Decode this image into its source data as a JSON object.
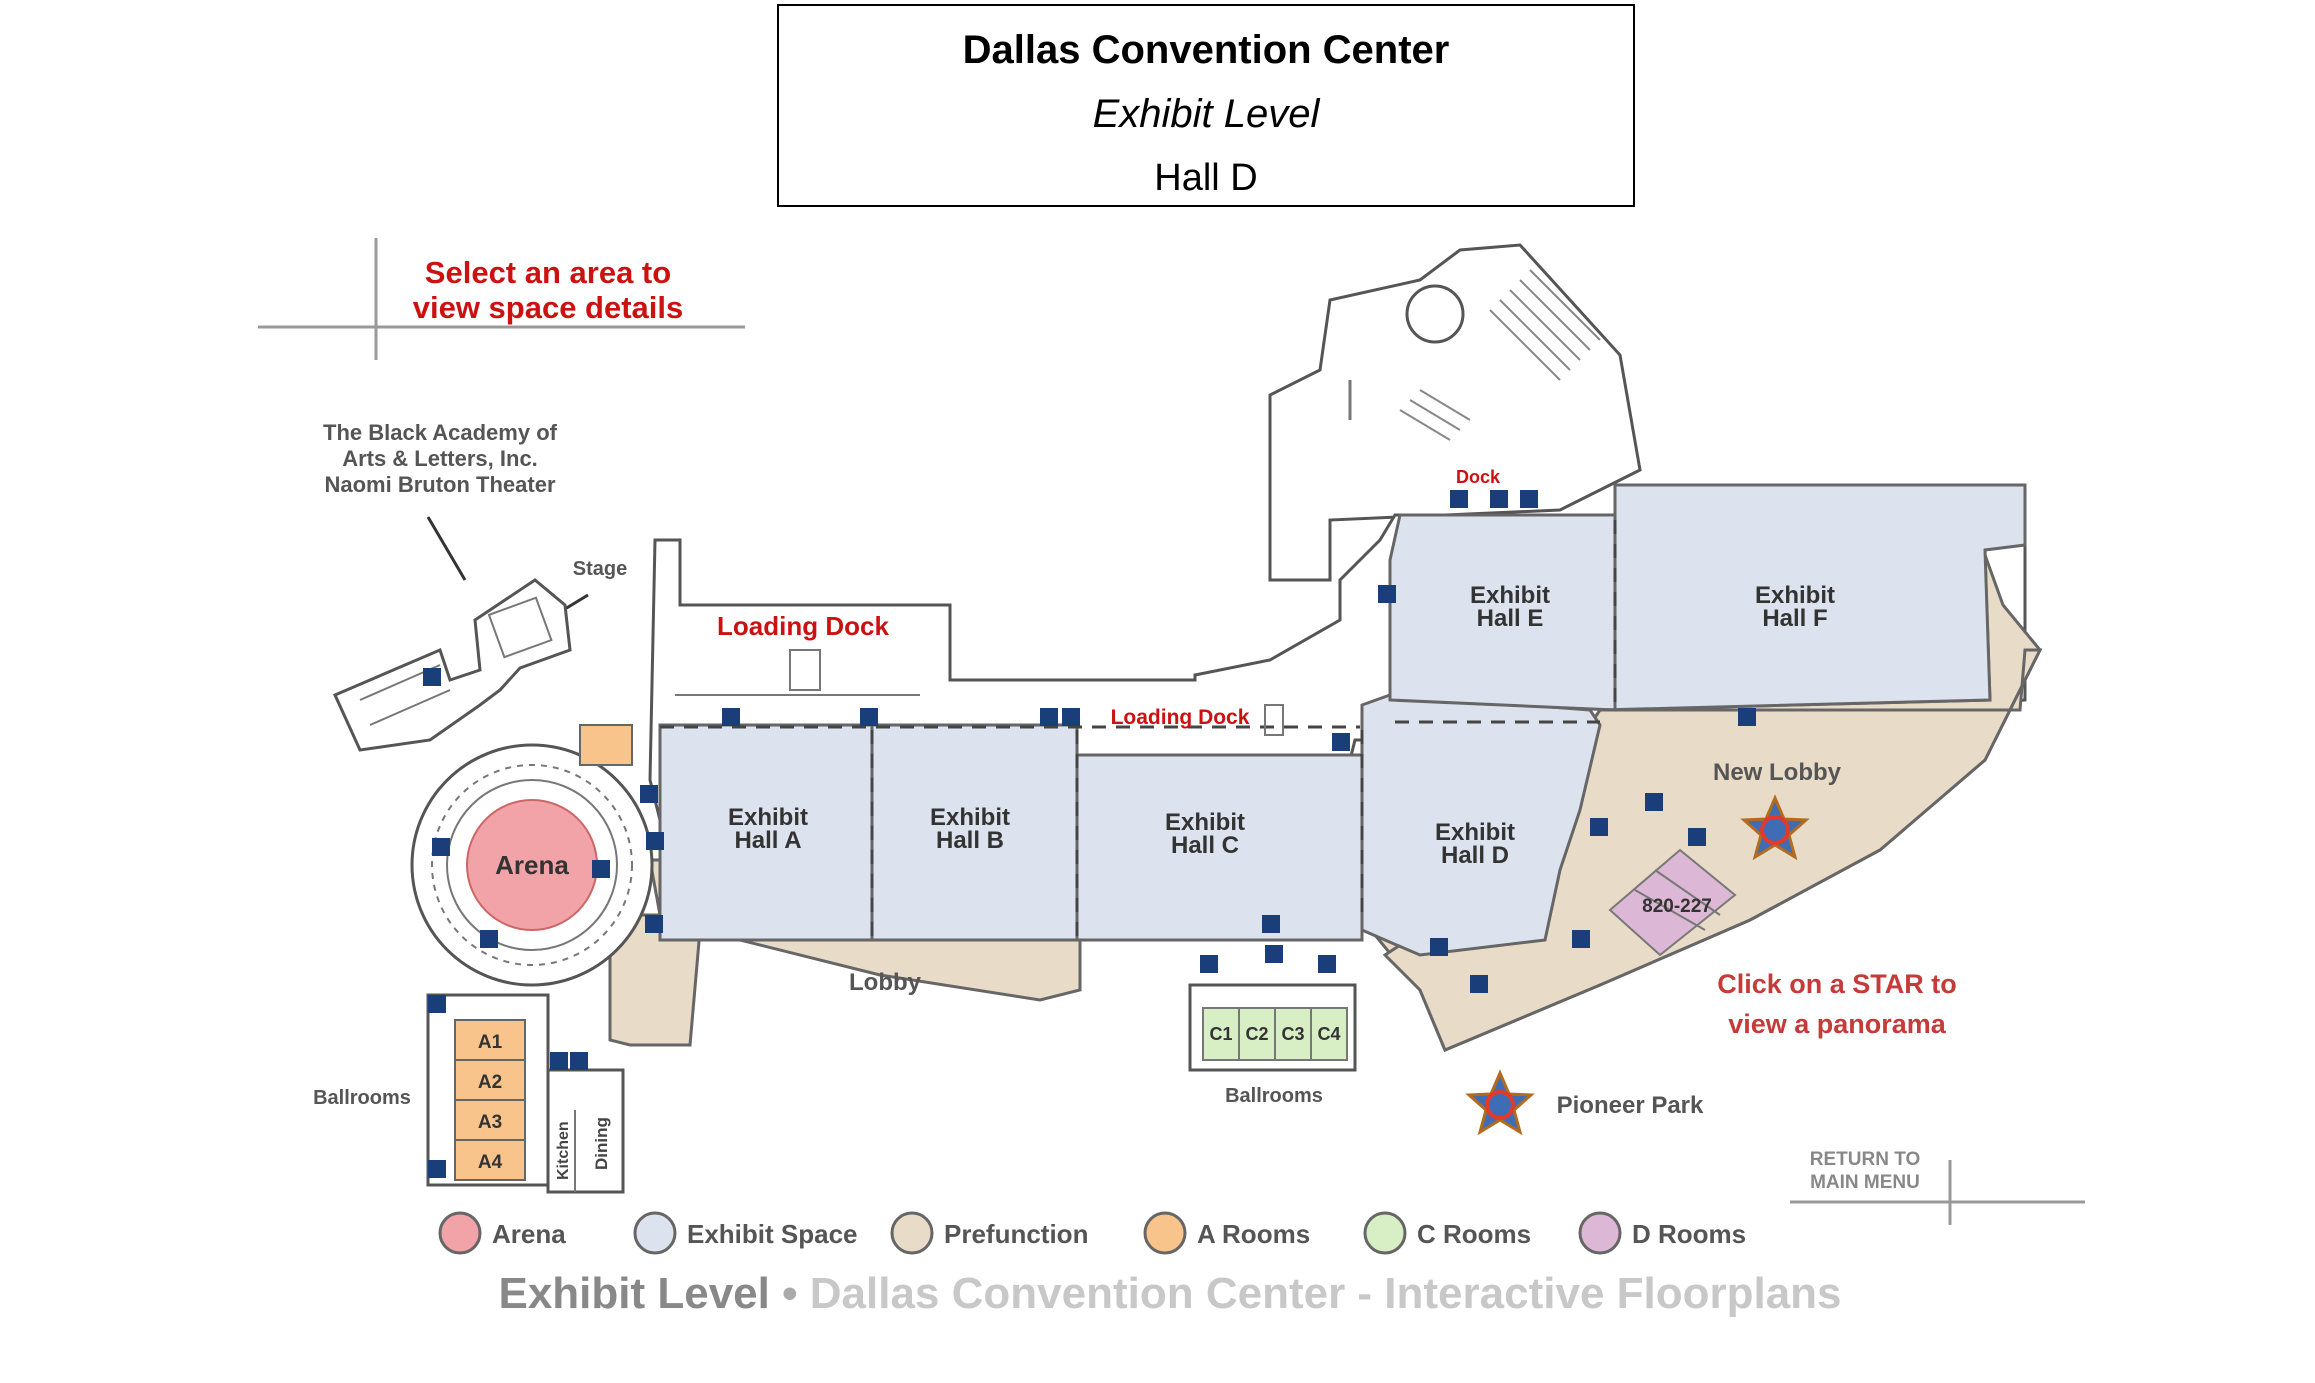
{
  "header": {
    "title": "Dallas Convention Center",
    "subtitle": "Exhibit Level",
    "hall": "Hall D"
  },
  "map": {
    "instruction": [
      "Select an area to",
      "view space details"
    ],
    "theater_label": [
      "The Black Academy of",
      "Arts & Letters, Inc.",
      "Naomi Bruton Theater"
    ],
    "stage_label": "Stage",
    "loading_dock_1": "Loading Dock",
    "loading_dock_2": "Loading Dock",
    "dock_label": "Dock",
    "arena_label": "Arena",
    "halls": {
      "a": [
        "Exhibit",
        "Hall A"
      ],
      "b": [
        "Exhibit",
        "Hall B"
      ],
      "c": [
        "Exhibit",
        "Hall C"
      ],
      "d": [
        "Exhibit",
        "Hall D"
      ],
      "e": [
        "Exhibit",
        "Hall E"
      ],
      "f": [
        "Exhibit",
        "Hall F"
      ]
    },
    "new_lobby": "New Lobby",
    "lobby": "Lobby",
    "d_rooms_label": "820-227",
    "a_rooms": [
      "A1",
      "A2",
      "A3",
      "A4"
    ],
    "c_rooms": [
      "C1",
      "C2",
      "C3",
      "C4"
    ],
    "ballrooms_left": "Ballrooms",
    "ballrooms_center": "Ballrooms",
    "kitchen": "Kitchen",
    "dining": "Dining",
    "star_instruction": [
      "Click on a STAR to",
      "view a panorama"
    ],
    "pioneer_park": "Pioneer Park",
    "return_menu": [
      "RETURN TO",
      "MAIN MENU"
    ]
  },
  "legend": [
    {
      "label": "Arena",
      "color": "#f2a3a8"
    },
    {
      "label": "Exhibit Space",
      "color": "#dde3ee"
    },
    {
      "label": "Prefunction",
      "color": "#e8dcc8"
    },
    {
      "label": "A Rooms",
      "color": "#f8c48c"
    },
    {
      "label": "C Rooms",
      "color": "#d8efc6"
    },
    {
      "label": "D Rooms",
      "color": "#ddb8d6"
    }
  ],
  "footer": {
    "level": "Exhibit Level",
    "bullet": "•",
    "rest": "Dallas Convention Center - Interactive Floorplans"
  },
  "colors": {
    "arena": "#f2a3a8",
    "exhibit": "#dde3ee",
    "prefunction": "#e8dcc8",
    "a_rooms": "#f8c48c",
    "c_rooms": "#d8efc6",
    "d_rooms": "#ddb8d6",
    "red_text": "#cc1111",
    "icon_blue": "#1a3e7a"
  }
}
